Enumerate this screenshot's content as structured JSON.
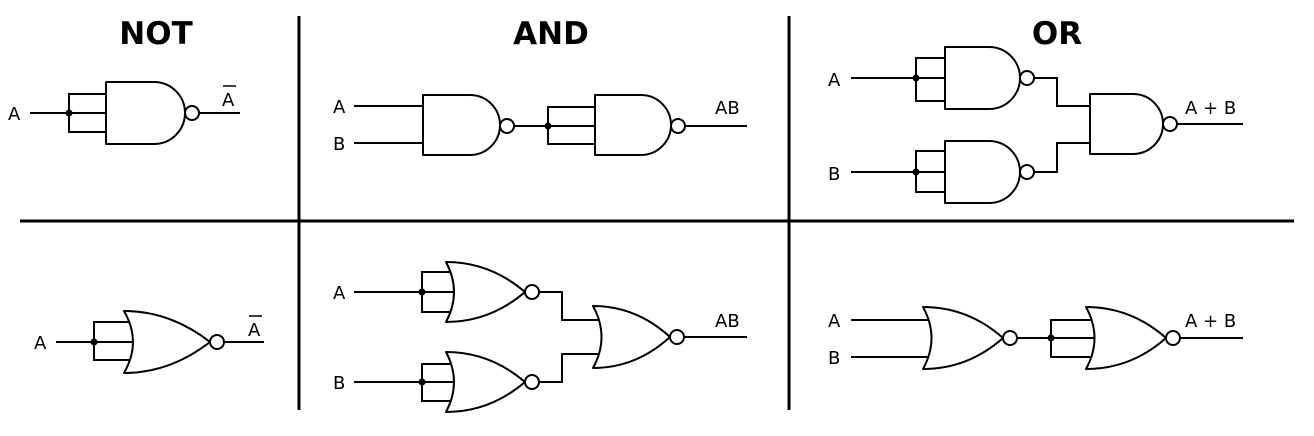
{
  "headers": {
    "not": "NOT",
    "and": "AND",
    "or": "OR"
  },
  "nand_row": {
    "not": {
      "in_a": "A",
      "out": "A"
    },
    "and": {
      "in_a": "A",
      "in_b": "B",
      "out": "AB"
    },
    "or": {
      "in_a": "A",
      "in_b": "B",
      "out": "A + B"
    }
  },
  "nor_row": {
    "not": {
      "in_a": "A",
      "out": "A"
    },
    "and": {
      "in_a": "A",
      "in_b": "B",
      "out": "AB"
    },
    "or": {
      "in_a": "A",
      "in_b": "B",
      "out": "A + B"
    }
  }
}
